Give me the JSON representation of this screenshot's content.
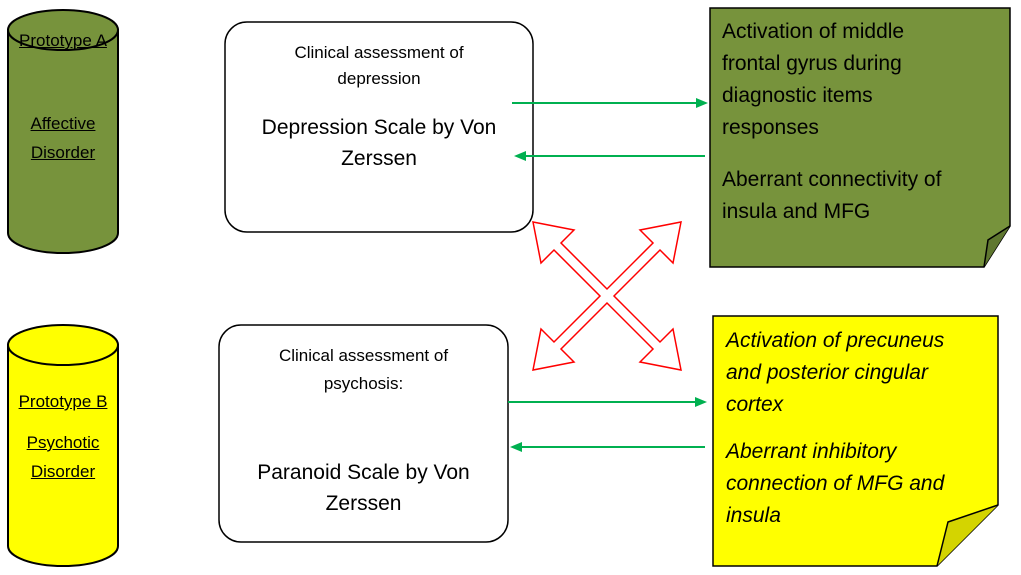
{
  "prototype_a": {
    "title": "Prototype A",
    "subtitle_line1": "Affective",
    "subtitle_line2": "Disorder",
    "fill": "#77933c"
  },
  "prototype_b": {
    "title": "Prototype B",
    "subtitle_line1": "Psychotic",
    "subtitle_line2": "Disorder",
    "fill": "#ffff00"
  },
  "assessment_a": {
    "heading_line1": "Clinical assessment of",
    "heading_line2": "depression",
    "scale_line1": "Depression Scale by Von",
    "scale_line2": "Zerssen"
  },
  "assessment_b": {
    "heading_line1": "Clinical assessment of",
    "heading_line2": "psychosis:",
    "scale_line1": "Paranoid Scale by Von",
    "scale_line2": "Zerssen"
  },
  "findings_a": {
    "fill": "#77933c",
    "item1_lines": [
      "Activation of middle",
      "frontal gyrus during",
      "diagnostic items",
      "responses"
    ],
    "item2_lines": [
      "Aberrant connectivity of",
      "insula and MFG"
    ]
  },
  "findings_b": {
    "fill": "#ffff00",
    "item1_lines": [
      "Activation of precuneus",
      "and posterior cingular",
      "cortex"
    ],
    "item2_lines": [
      "Aberrant inhibitory",
      "connection of MFG and",
      "insula"
    ]
  },
  "colors": {
    "arrow_green": "#00b050",
    "cross_arrow_red": "#ff0000",
    "outline": "#000000"
  }
}
